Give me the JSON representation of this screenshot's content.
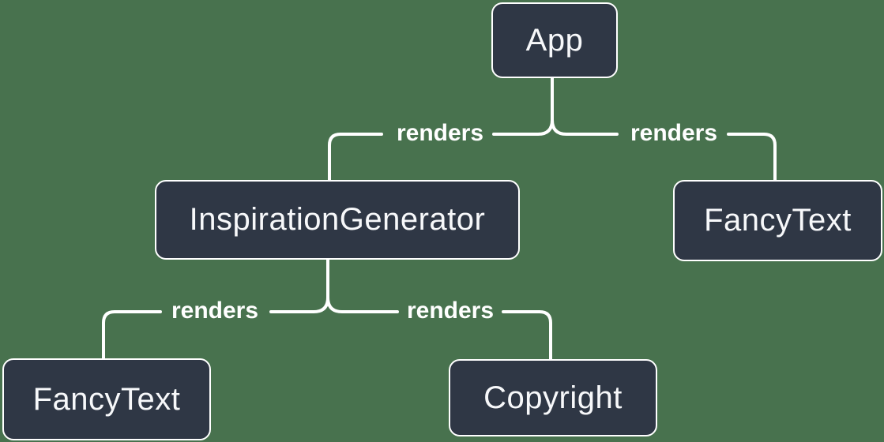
{
  "diagram": {
    "type": "component-render-tree",
    "colors": {
      "background": "#48724E",
      "node_fill": "#2F3745",
      "node_border": "#FFFFFF",
      "node_text": "#F7F8FA",
      "edge_line": "#FFFFFF",
      "edge_label_text": "#FFFFFF"
    },
    "nodes": [
      {
        "id": "app",
        "label": "App"
      },
      {
        "id": "inspiration-generator",
        "label": "InspirationGenerator"
      },
      {
        "id": "fancy-text-top",
        "label": "FancyText"
      },
      {
        "id": "fancy-text-bottom",
        "label": "FancyText"
      },
      {
        "id": "copyright",
        "label": "Copyright"
      }
    ],
    "edges": [
      {
        "from": "App",
        "to": "InspirationGenerator",
        "label": "renders"
      },
      {
        "from": "App",
        "to": "FancyText",
        "label": "renders"
      },
      {
        "from": "InspirationGenerator",
        "to": "FancyText",
        "label": "renders"
      },
      {
        "from": "InspirationGenerator",
        "to": "Copyright",
        "label": "renders"
      }
    ]
  }
}
